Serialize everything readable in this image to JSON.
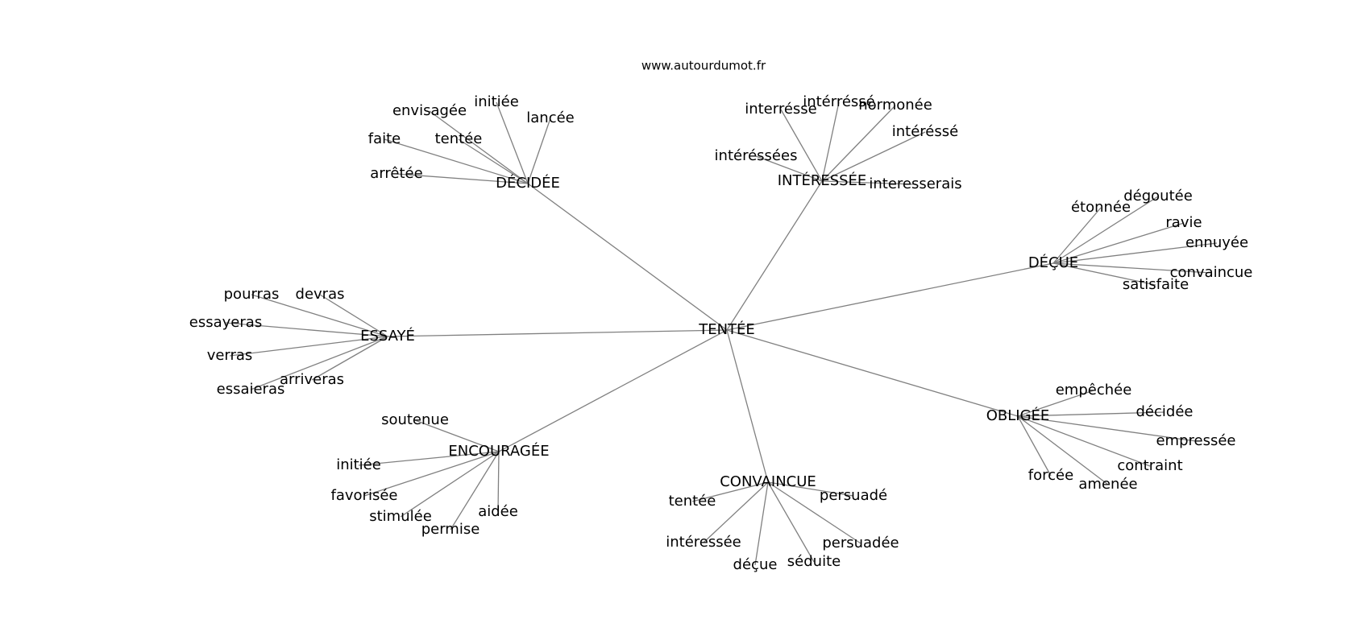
{
  "source": "www.autourdumot.fr",
  "center": "TENTÉE",
  "groups": [
    {
      "word": "DÉCIDÉE",
      "children": [
        "envisagée",
        "initiée",
        "lancée",
        "faite",
        "tentée",
        "arrêtée"
      ]
    },
    {
      "word": "INTÉRESSÉE",
      "children": [
        "interrésse",
        "intérréssé",
        "normonée",
        "intéréssé",
        "intéréssées",
        "interesserais"
      ]
    },
    {
      "word": "DÉÇUE",
      "children": [
        "étonnée",
        "dégoutée",
        "ravie",
        "ennuyée",
        "convaincue",
        "satisfaite"
      ]
    },
    {
      "word": "ESSAYÉ",
      "children": [
        "pourras",
        "devras",
        "essayeras",
        "verras",
        "arriveras",
        "essaieras"
      ]
    },
    {
      "word": "OBLIGÉE",
      "children": [
        "empêchée",
        "décidée",
        "empressée",
        "contraint",
        "forcée",
        "amenée"
      ]
    },
    {
      "word": "ENCOURAGÉE",
      "children": [
        "soutenue",
        "initiée",
        "favorisée",
        "stimulée",
        "aidée",
        "permise"
      ]
    },
    {
      "word": "CONVAINCUE",
      "children": [
        "tentée",
        "persuadé",
        "intéressée",
        "persuadée",
        "déçue",
        "séduite"
      ]
    }
  ]
}
